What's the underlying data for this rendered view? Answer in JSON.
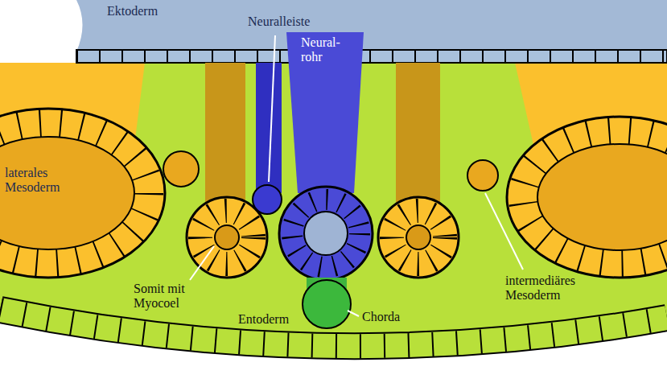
{
  "diagram": {
    "nodes": [
      {
        "text": [
          "Ektoderm"
        ]
      },
      {
        "text": [
          "Neural- rohr"
        ]
      },
      {
        "text": [
          "laterales Mesoderm"
        ]
      }
    ],
    "labels": [
      "Neuralleiste",
      "Somit mit Myocoel",
      "intermediäres Mesoderm",
      "Chorda",
      "Entoderm"
    ]
  }
}
